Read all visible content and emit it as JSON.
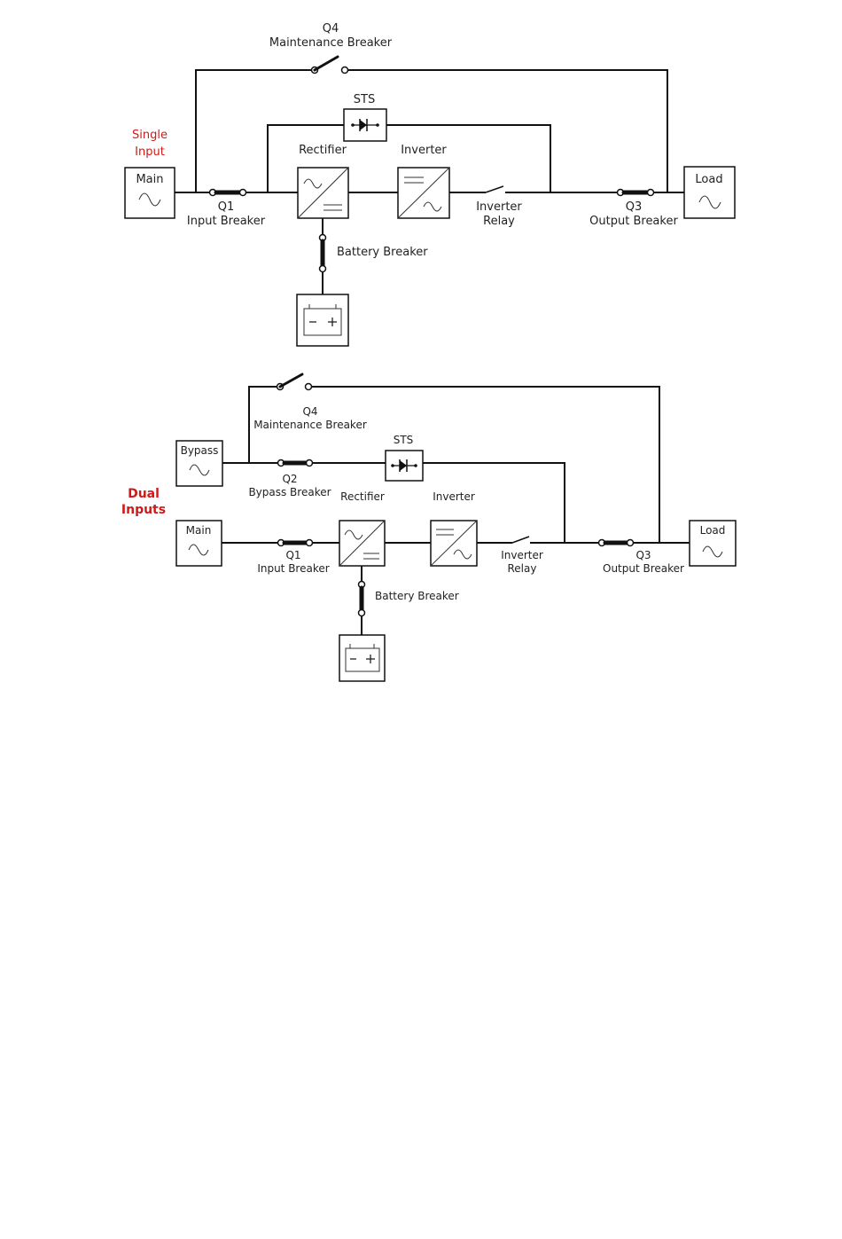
{
  "diagram1": {
    "title_line1": "Single",
    "title_line2": "Input",
    "q4_id": "Q4",
    "q4_label": "Maintenance Breaker",
    "sts": "STS",
    "rectifier": "Rectifier",
    "inverter": "Inverter",
    "main": "Main",
    "load": "Load",
    "q1_id": "Q1",
    "q1_label": "Input Breaker",
    "relay_line1": "Inverter",
    "relay_line2": "Relay",
    "q3_id": "Q3",
    "q3_label": "Output Breaker",
    "battery_breaker": "Battery Breaker"
  },
  "diagram2": {
    "title_line1": "Dual",
    "title_line2": "Inputs",
    "q4_id": "Q4",
    "q4_label": "Maintenance Breaker",
    "sts": "STS",
    "bypass": "Bypass",
    "q2_id": "Q2",
    "q2_label": "Bypass Breaker",
    "rectifier": "Rectifier",
    "inverter": "Inverter",
    "main": "Main",
    "load": "Load",
    "q1_id": "Q1",
    "q1_label": "Input Breaker",
    "relay_line1": "Inverter",
    "relay_line2": "Relay",
    "q3_id": "Q3",
    "q3_label": "Output Breaker",
    "battery_breaker": "Battery Breaker"
  },
  "colors": {
    "accent_red": "#d01a1a",
    "line": "#111111"
  }
}
